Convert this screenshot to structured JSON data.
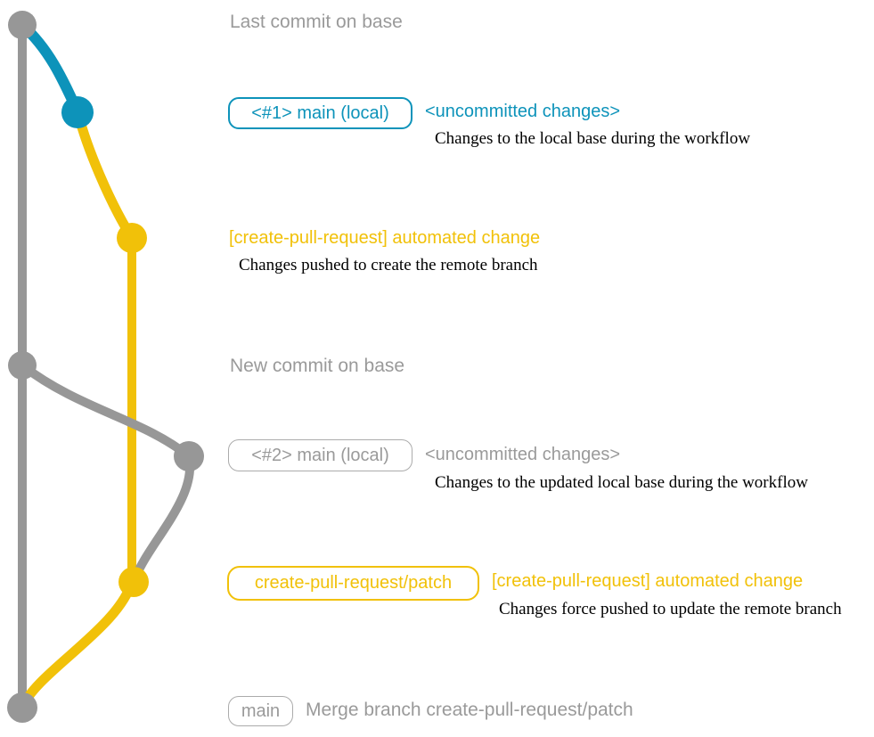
{
  "colors": {
    "base_gray": "#979797",
    "local_teal": "#0d93ba",
    "branch_yellow": "#f1c109",
    "note_black": "#000000",
    "label_gray": "#9a9a9a"
  },
  "graph": {
    "branches": [
      "base",
      "main (local)",
      "create-pull-request/patch"
    ],
    "commit_nodes": [
      "last-commit-on-base",
      "local-uncommitted-1",
      "patch-automated-change-1",
      "new-commit-on-base",
      "local-uncommitted-2",
      "patch-automated-change-2",
      "merge-commit"
    ]
  },
  "annotations": {
    "last_commit_label": "Last commit on base",
    "new_commit_label": "New commit on base",
    "row_local_1": {
      "branch_box": "<#1> main (local)",
      "message": "<uncommitted changes>",
      "note": "Changes to the local base during the workflow"
    },
    "row_patch_1": {
      "message": "[create-pull-request] automated change",
      "note": "Changes pushed to create the remote branch"
    },
    "row_local_2": {
      "branch_box": "<#2> main (local)",
      "message": "<uncommitted changes>",
      "note": "Changes to the updated local base during the workflow"
    },
    "row_patch_2": {
      "branch_box": "create-pull-request/patch",
      "message": "[create-pull-request] automated change",
      "note": "Changes force pushed to update the remote branch"
    },
    "row_merge": {
      "branch_box": "main",
      "message": "Merge branch create-pull-request/patch"
    }
  }
}
